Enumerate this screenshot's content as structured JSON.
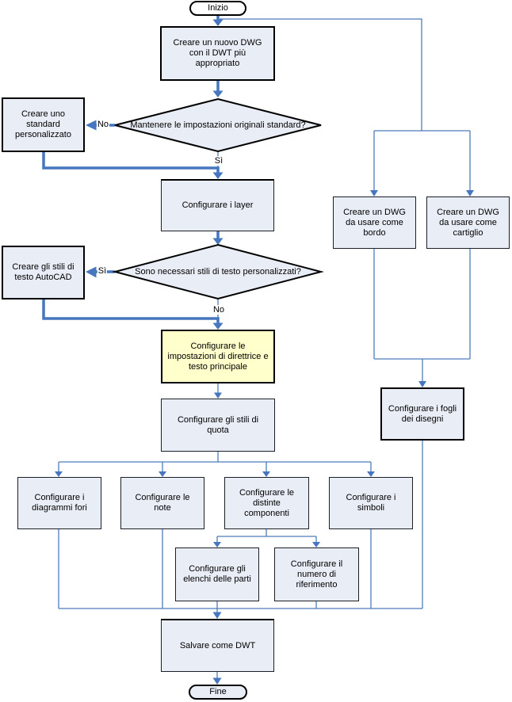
{
  "palette": {
    "node_fill": "#E9EDF6",
    "highlight_fill": "#FFFFCC",
    "start_fill": "#FFFFFF",
    "border": "#000000",
    "connector": "#4E7CBA"
  },
  "nodes": {
    "inizio": "Inizio",
    "nuovo_dwg": "Creare un nuovo DWG con il DWT più appropriato",
    "decision_standard": "Mantenere le impostazioni originali standard?",
    "standard_pers": "Creare uno standard personalizzato",
    "layer": "Configurare i layer",
    "decision_testo": "Sono necessari stili di testo personalizzati?",
    "stili_testo": "Creare gli stili di testo AutoCAD",
    "direttrice": "Configurare le impostazioni di direttrice e testo principale",
    "quota": "Configurare gli stili di quota",
    "diagrammi": "Configurare i diagrammi fori",
    "note": "Configurare le note",
    "distinte": "Configurare le distinte componenti",
    "simboli": "Configurare i simboli",
    "elenchi": "Configurare gli elenchi delle parti",
    "riferimento": "Configurare il numero di riferimento",
    "bordo": "Creare un DWG da usare come bordo",
    "cartiglio": "Creare un DWG da usare come cartiglio",
    "fogli": "Configurare i fogli dei disegni",
    "salvare": "Salvare come DWT",
    "fine": "Fine"
  },
  "labels": {
    "no1": "No",
    "si1": "Sì",
    "si2": "Sì",
    "no2": "No"
  }
}
